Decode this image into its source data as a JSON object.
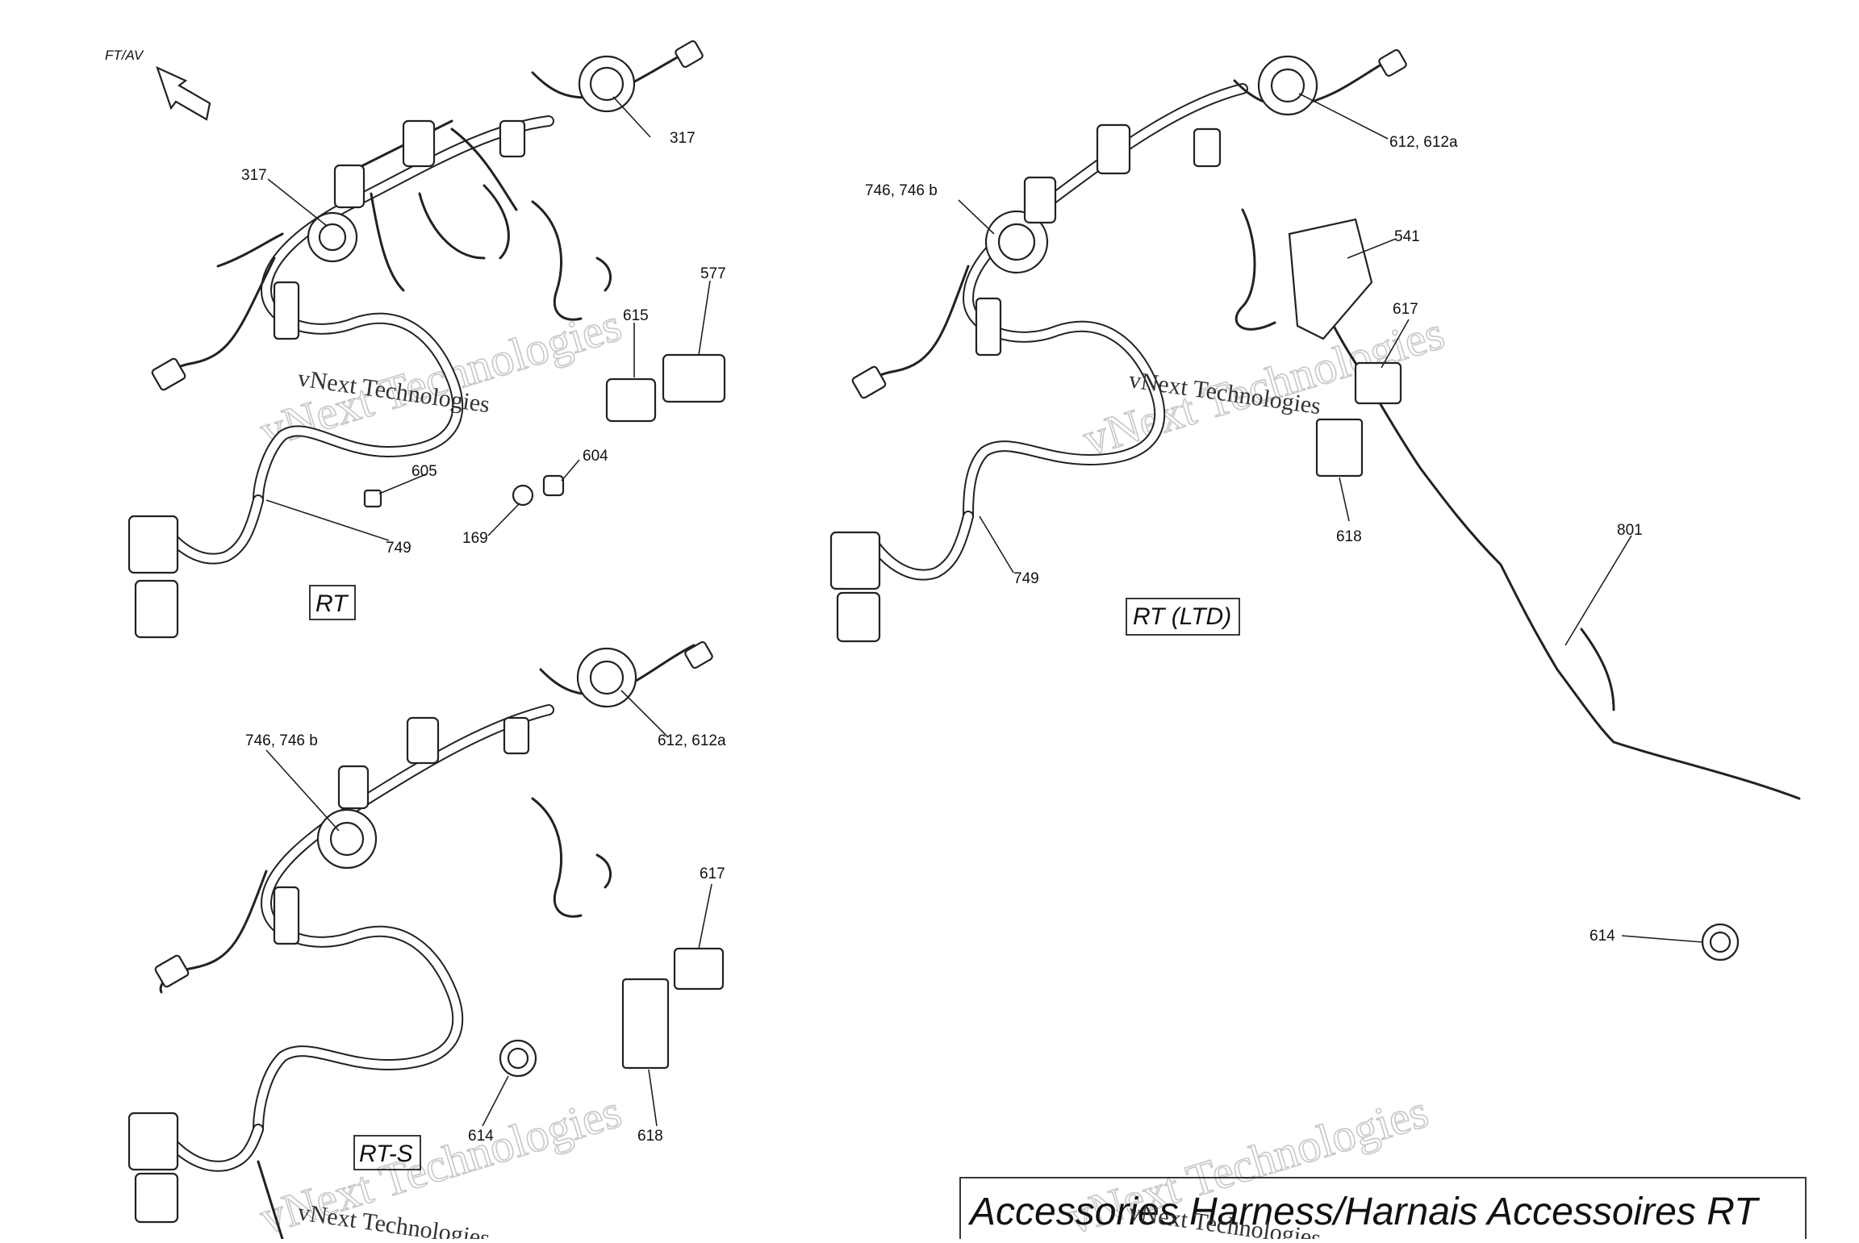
{
  "diagram": {
    "direction_label": "FT/AV",
    "title": "Accessories Harness/Harnais Accessoires RT",
    "watermark": "vNext Technologies",
    "variants": {
      "rt": "RT",
      "rt_ltd": "RT (LTD)",
      "rt_s": "RT-S"
    },
    "callouts": {
      "rt": [
        "317",
        "317",
        "615",
        "577",
        "605",
        "604",
        "169",
        "749"
      ],
      "rt_ltd": [
        "746, 746 b",
        "612, 612a",
        "541",
        "617",
        "618",
        "749",
        "801",
        "614"
      ],
      "rt_s": [
        "746, 746 b",
        "612, 612a",
        "617",
        "614",
        "618"
      ]
    }
  }
}
